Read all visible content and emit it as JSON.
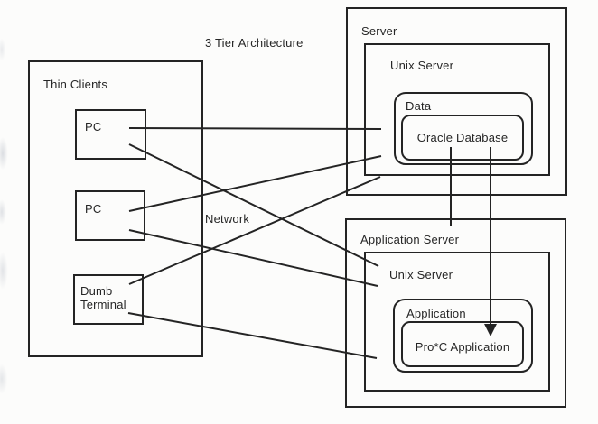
{
  "page": {
    "title": "3 Tier Architecture"
  },
  "labels": {
    "network": "Network"
  },
  "client_tier": {
    "label": "Thin Clients",
    "nodes": [
      {
        "label": "PC"
      },
      {
        "label": "PC"
      },
      {
        "label": "Dumb Terminal"
      }
    ]
  },
  "data_tier": {
    "label": "Server",
    "unix_server": {
      "label": "Unix Server"
    },
    "data": {
      "label": "Data"
    },
    "database": {
      "label": "Oracle Database"
    }
  },
  "app_tier": {
    "label": "Application Server",
    "unix_server": {
      "label": "Unix Server"
    },
    "application": {
      "label": "Application"
    },
    "program": {
      "label": "Pro*C Application"
    }
  },
  "connections": [
    {
      "from": "pc-1",
      "to": "server",
      "arrow": false
    },
    {
      "from": "pc-1",
      "to": "application-server",
      "arrow": false
    },
    {
      "from": "pc-2",
      "to": "server",
      "arrow": false
    },
    {
      "from": "pc-2",
      "to": "application-server",
      "arrow": false
    },
    {
      "from": "dumb-terminal",
      "to": "server",
      "arrow": false
    },
    {
      "from": "dumb-terminal",
      "to": "application-server",
      "arrow": false
    },
    {
      "from": "oracle-database",
      "to": "application-server",
      "arrow": false
    },
    {
      "from": "oracle-database",
      "to": "proc-application",
      "arrow": true
    }
  ],
  "colors": {
    "line": "#242424",
    "text": "#262626",
    "background": "#fcfcfb"
  }
}
